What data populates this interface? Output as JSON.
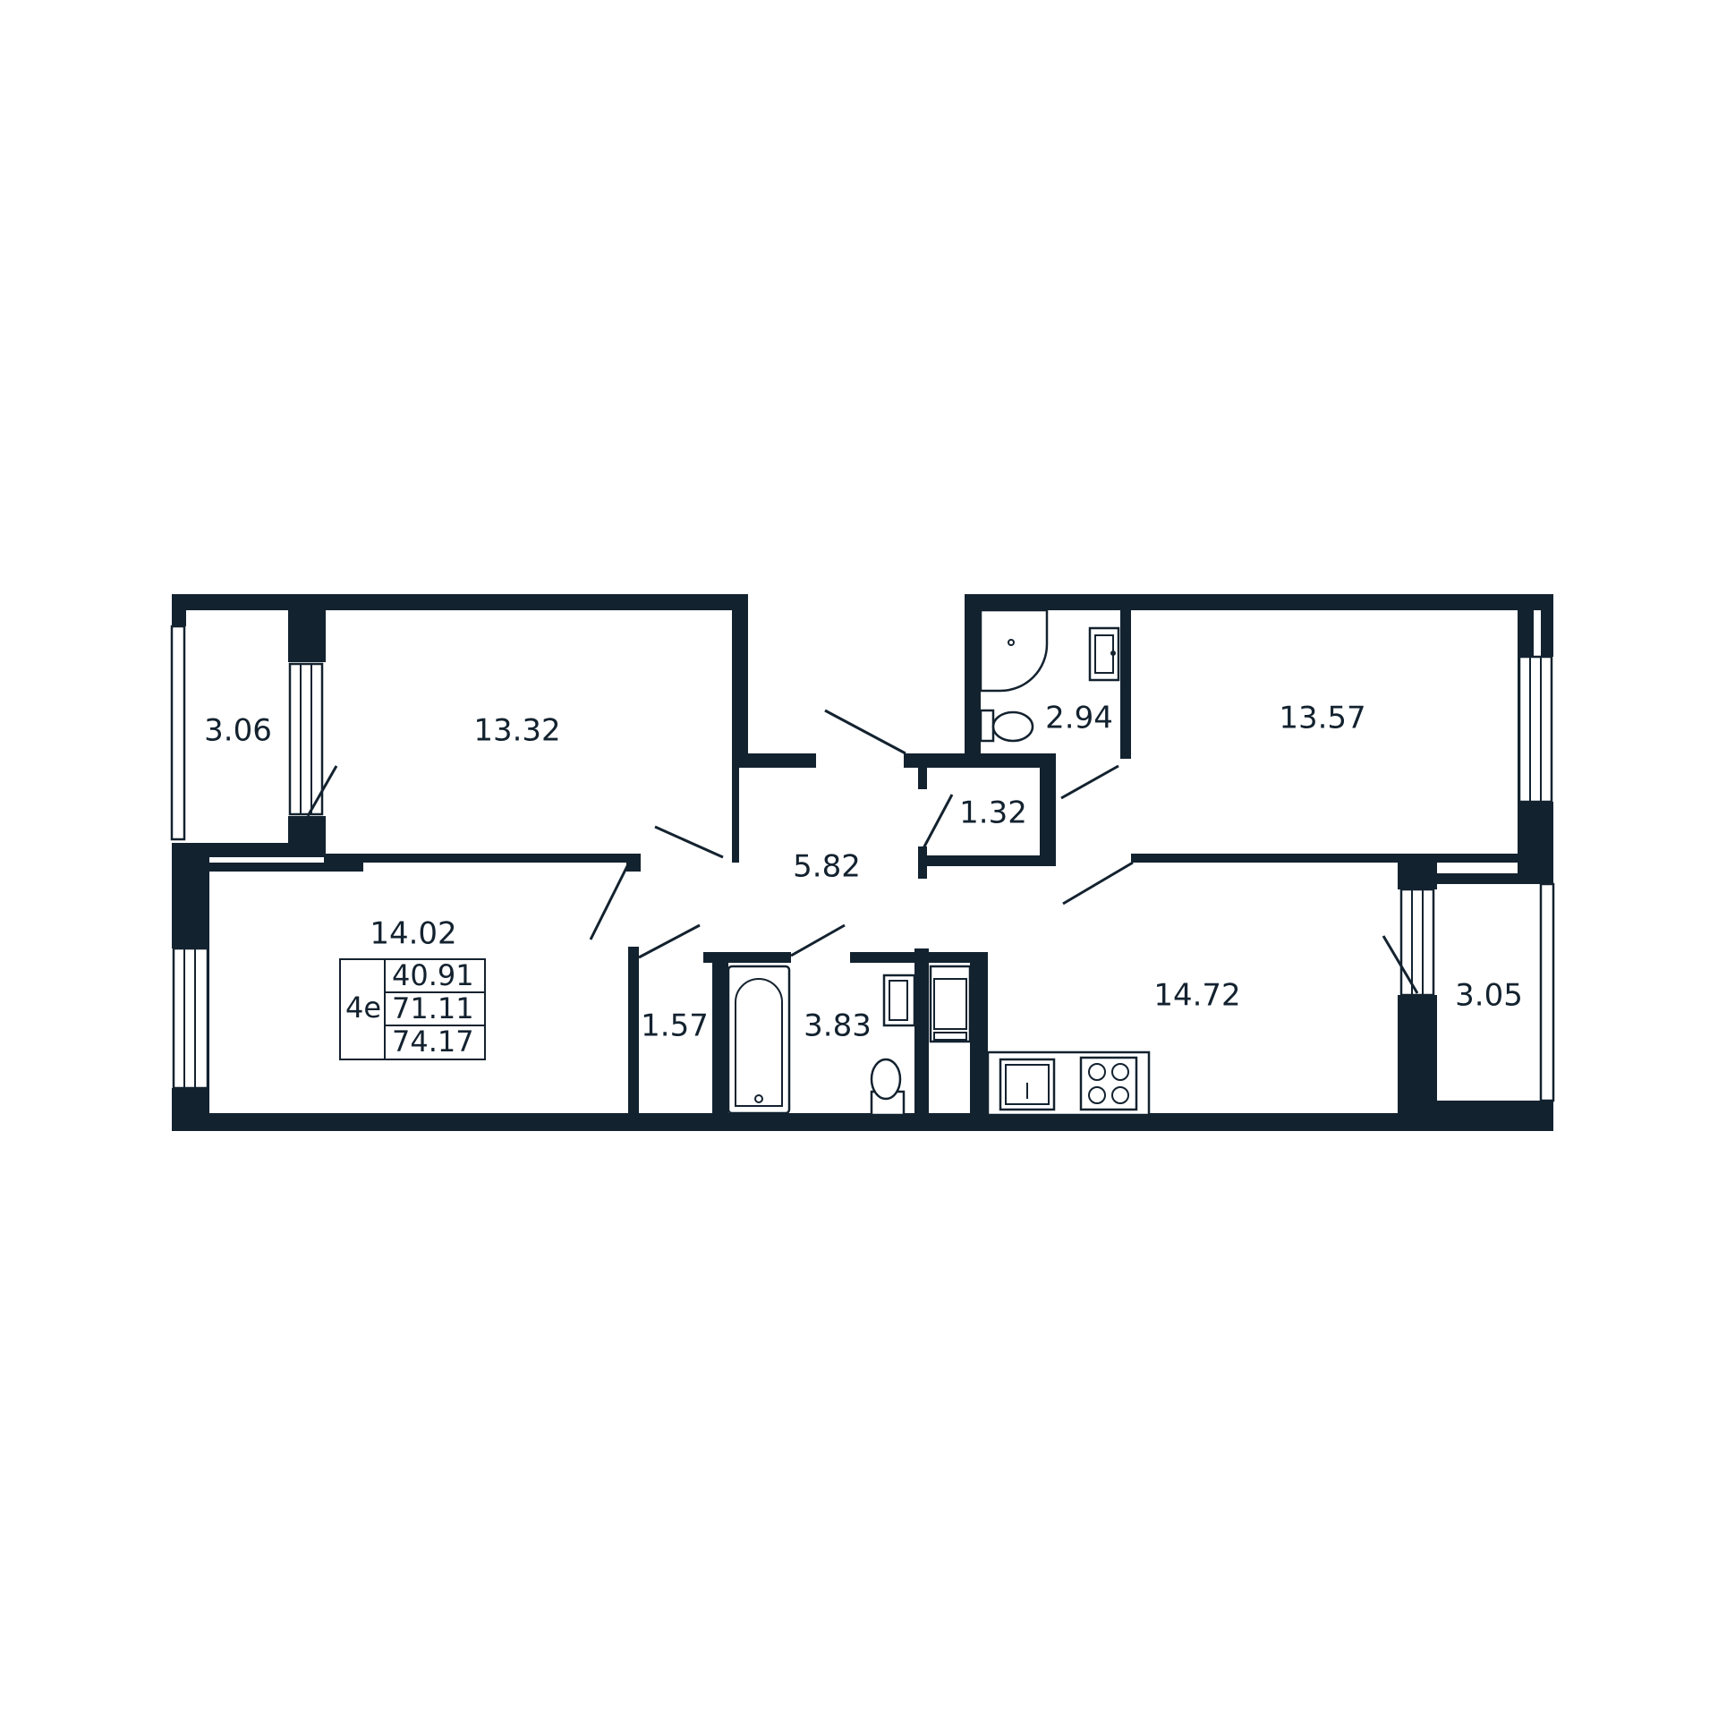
{
  "rooms": {
    "balcony_left": "3.06",
    "bedroom_top_left": "13.32",
    "living_left": "14.02",
    "hall": "5.82",
    "closet": "1.32",
    "wc": "2.94",
    "bedroom_top_right": "13.57",
    "storage": "1.57",
    "bathroom": "3.83",
    "kitchen": "14.72",
    "balcony_right": "3.05"
  },
  "summary": {
    "type_code": "4e",
    "living_area": "40.91",
    "total_area": "71.11",
    "total_with_balconies": "74.17"
  },
  "colors": {
    "walls": "#13222f",
    "background": "#ffffff"
  }
}
